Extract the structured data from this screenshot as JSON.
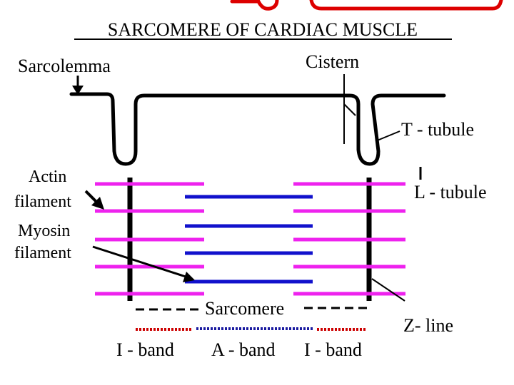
{
  "title": "SARCOMERE OF CARDIAC MUSCLE",
  "labels": {
    "sarcolemma": "Sarcolemma",
    "cistern": "Cistern",
    "t_tubule": "T - tubule",
    "l_tubule": "L - tubule",
    "actin_line1": "Actin",
    "actin_line2": "filament",
    "myosin_line1": "Myosin",
    "myosin_line2": "filament",
    "sarcomere": "Sarcomere",
    "z_line": "Z- line",
    "i_band_left": "I - band",
    "a_band": "A - band",
    "i_band_right": "I - band"
  },
  "colors": {
    "actin": "#ee22ee",
    "myosin": "#1111cc",
    "i_band": "#cc0000",
    "a_band": "#1a1aa0",
    "outline": "#000000",
    "top_decor": "#dd0000"
  }
}
